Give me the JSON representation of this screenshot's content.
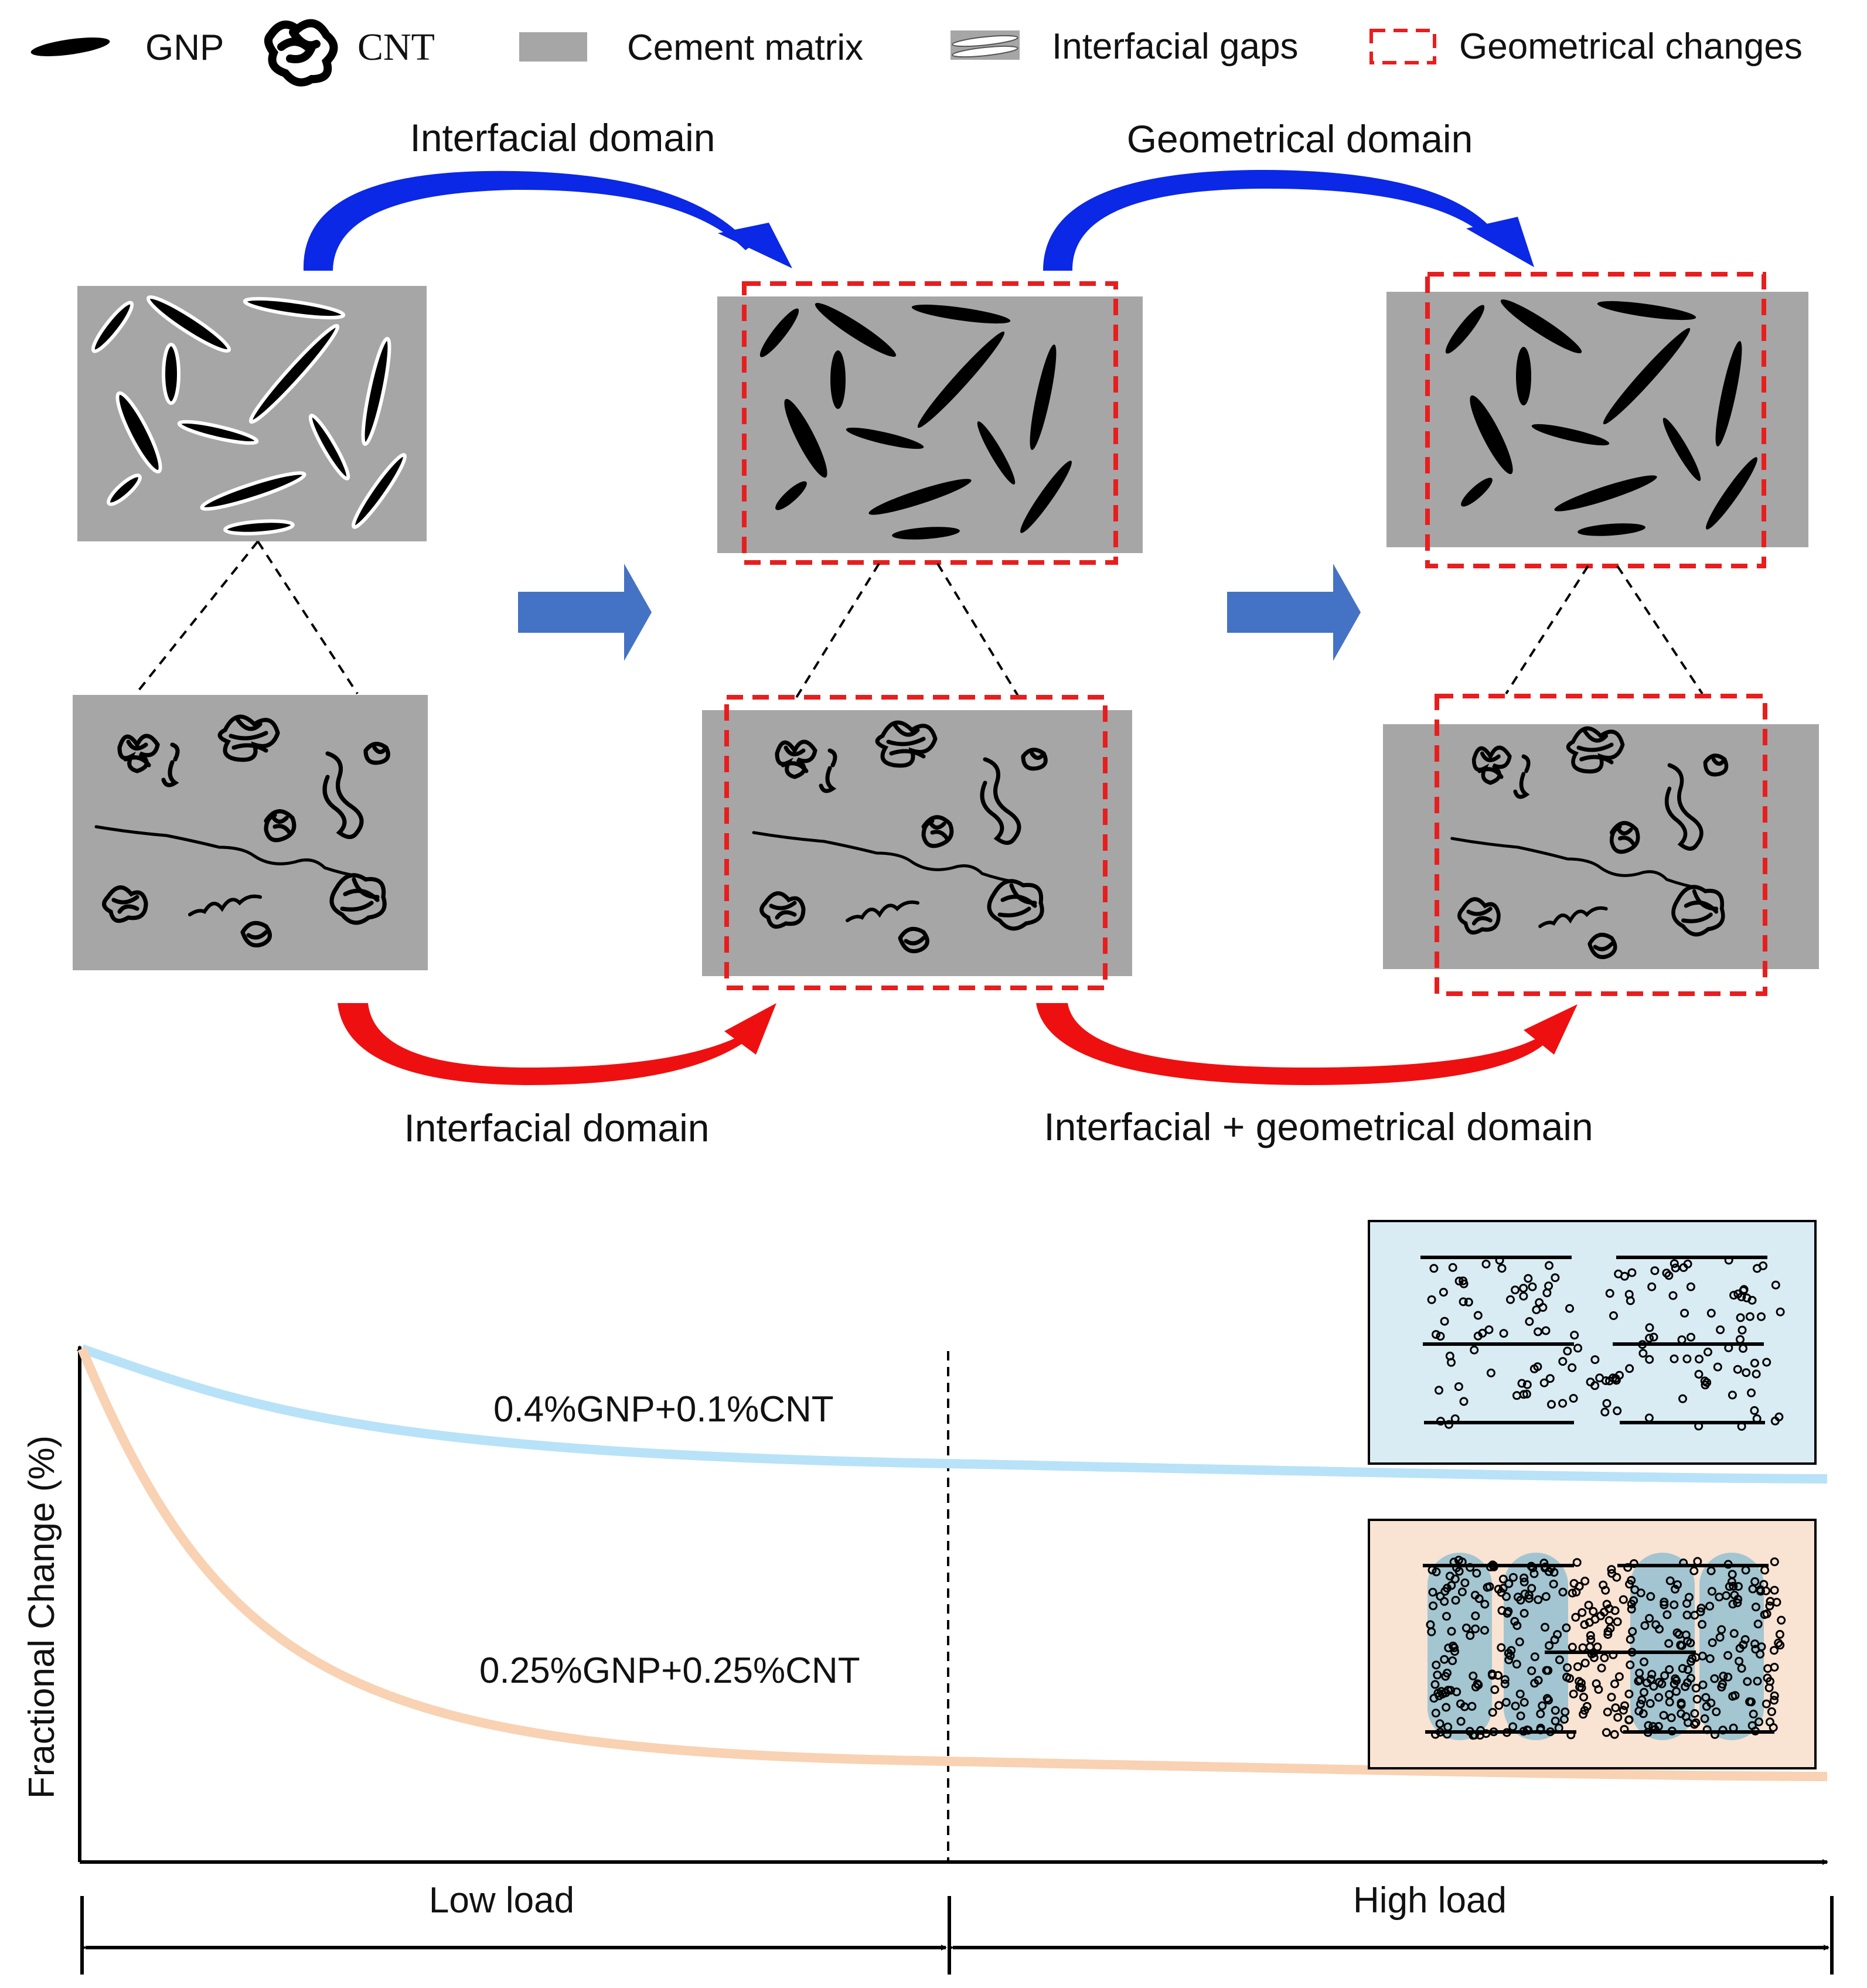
{
  "legend": {
    "gnp": "GNP",
    "cnt": "CNT",
    "cement": "Cement matrix",
    "gaps": "Interfacial gaps",
    "geom": "Geometrical changes"
  },
  "top_labels": {
    "arrow1": "Interfacial domain",
    "arrow2": "Geometrical domain"
  },
  "bottom_labels": {
    "arrow1": "Interfacial domain",
    "arrow2": "Interfacial + geometrical domain"
  },
  "chart_data": {
    "type": "line",
    "title": "",
    "xlabel": "",
    "ylabel": "Fractional Change (%)",
    "regions": [
      "Low load",
      "High load"
    ],
    "series": [
      {
        "name": "0.4%GNP+0.1%CNT",
        "color": "#b8e2f8"
      },
      {
        "name": "0.25%GNP+0.25%CNT",
        "color": "#f8d2b2"
      }
    ]
  },
  "colors": {
    "cement": "#a6a6a6",
    "blue_arrow": "#0a28e6",
    "red_arrow": "#ee1010",
    "block_arrow": "#4472c4",
    "geom_dash": "#e81e1e",
    "inset_blue": "#d9ecf4",
    "inset_orange": "#f9e3d3",
    "glow": "#3aa2cf"
  }
}
